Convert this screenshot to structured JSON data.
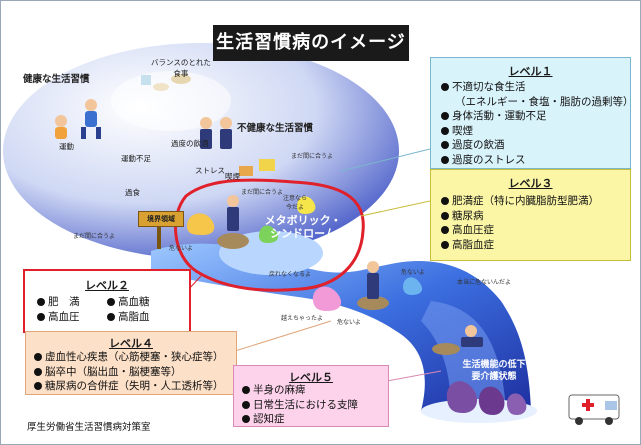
{
  "title": "生活習慣病のイメージ",
  "footer": "厚生労働省生活習慣病対策室",
  "healthy_label": "健康な生活習慣",
  "unhealthy_label": "不健康な生活習慣",
  "metabolic_label": [
    "メタボリック・",
    "シンドローム"
  ],
  "dropbox_label": [
    "生活機能の低下",
    "要介護状態"
  ],
  "border_sign": "境界領域",
  "scene_labels": {
    "exercise": "運動",
    "balanced_diet": [
      "バランスのとれた",
      "食事"
    ],
    "lack_exercise": "運動不足",
    "overeating": "過度の飲酒",
    "smoking": "喫煙",
    "stress": "ストレス",
    "overeat": "過食",
    "ok1": "まだ間に合うよ",
    "ok2": "まだ間に合うよ",
    "ok3": "まだ間に合うよ",
    "dangerous1": "危ないよ",
    "dangerous2": "危ないよ",
    "dangerous3": "危ないよ",
    "careful": [
      "注意なら",
      "今だよ"
    ],
    "cant_go_back": "戻れなくなるよ",
    "beyond": "越えちゃったよ",
    "really": "本当に危ないんだよ"
  },
  "level1": {
    "title": "レベル１",
    "items": [
      "不適切な食生活",
      "（エネルギー・食塩・脂肪の過剰等）",
      "身体活動・運動不足",
      "喫煙",
      "過度の飲酒",
      "過度のストレス"
    ]
  },
  "level3": {
    "title": "レベル３",
    "items": [
      "肥満症（特に内臓脂肪型肥満）",
      "糖尿病",
      "高血圧症",
      "高脂血症"
    ]
  },
  "level2": {
    "title": "レベル２",
    "items": [
      "肥　満",
      "高血糖",
      "高血圧",
      "高脂血"
    ]
  },
  "level4": {
    "title": "レベル４",
    "items": [
      "虚血性心疾患（心筋梗塞・狭心症等）",
      "脳卒中（脳出血・脳梗塞等）",
      "糖尿病の合併症（失明・人工透析等）"
    ]
  },
  "level5": {
    "title": "レベル５",
    "items": [
      "半身の麻痺",
      "日常生活における支障",
      "認知症"
    ]
  }
}
